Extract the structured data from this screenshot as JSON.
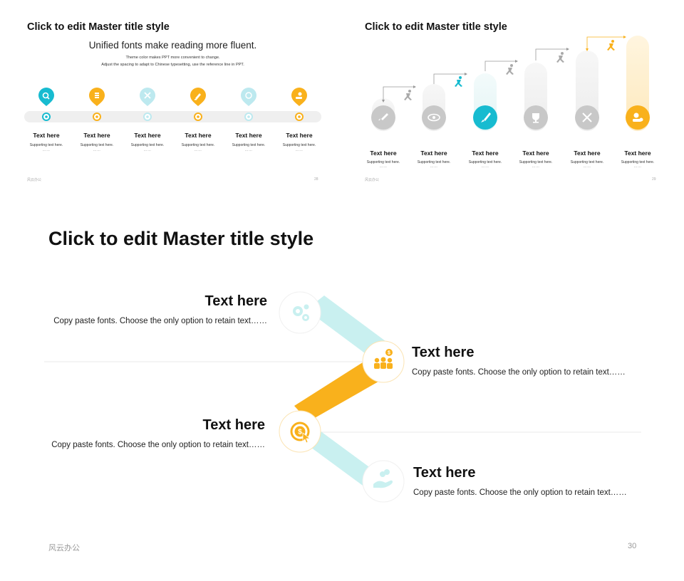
{
  "slide1": {
    "title": "Click to edit Master title style",
    "subtitle": "Unified fonts make reading more fluent.",
    "line1": "Theme color makes PPT more convenient to change.",
    "line2": "Adjust the spacing to adapt to Chinese typesetting, use the reference line in PPT.",
    "items": [
      {
        "label": "Text here",
        "supporting": "Supporting text here.",
        "dots": "……",
        "color": "#17BBD0",
        "icon": "search-icon"
      },
      {
        "label": "Text here",
        "supporting": "Supporting text here.",
        "dots": "……",
        "color": "#F9B11C",
        "icon": "list-icon"
      },
      {
        "label": "Text here",
        "supporting": "Supporting text here.",
        "dots": "……",
        "color": "#BDE9EF",
        "icon": "close-icon"
      },
      {
        "label": "Text here",
        "supporting": "Supporting text here.",
        "dots": "……",
        "color": "#F9B11C",
        "icon": "pencil-icon"
      },
      {
        "label": "Text here",
        "supporting": "Supporting text here.",
        "dots": "……",
        "color": "#BDE9EF",
        "icon": "coin-icon"
      },
      {
        "label": "Text here",
        "supporting": "Supporting text here.",
        "dots": "……",
        "color": "#F9B11C",
        "icon": "hand-coin-icon"
      }
    ],
    "footer_left": "风云办公",
    "page": "28"
  },
  "slide2": {
    "title": "Click to edit Master title style",
    "items": [
      {
        "label": "Text here",
        "supporting": "Supporting text here.",
        "dots": "……",
        "icon": "rocket-icon",
        "color": "#C8C8C8"
      },
      {
        "label": "Text here",
        "supporting": "Supporting text here.",
        "dots": "……",
        "icon": "eye-icon",
        "color": "#C8C8C8"
      },
      {
        "label": "Text here",
        "supporting": "Supporting text here.",
        "dots": "……",
        "icon": "brush-icon",
        "color": "#17BBD0"
      },
      {
        "label": "Text here",
        "supporting": "Supporting text here.",
        "dots": "……",
        "icon": "trophy-icon",
        "color": "#C8C8C8"
      },
      {
        "label": "Text here",
        "supporting": "Supporting text here.",
        "dots": "……",
        "icon": "tools-icon",
        "color": "#C8C8C8"
      },
      {
        "label": "Text here",
        "supporting": "Supporting text here.",
        "dots": "……",
        "icon": "coins-icon",
        "color": "#F9B11C"
      }
    ],
    "footer_left": "风云办公",
    "page": "29"
  },
  "slide3": {
    "title": "Click to edit Master title style",
    "items": [
      {
        "heading": "Text here",
        "body": "Copy paste fonts. Choose the only option to retain text……",
        "icon": "gears-icon"
      },
      {
        "heading": "Text here",
        "body": "Copy paste fonts. Choose the only option to retain text……",
        "icon": "team-money-icon"
      },
      {
        "heading": "Text here",
        "body": "Copy paste fonts. Choose the only option to retain text……",
        "icon": "dollar-click-icon"
      },
      {
        "heading": "Text here",
        "body": "Copy paste fonts. Choose the only option to retain text……",
        "icon": "hand-coins-icon"
      }
    ],
    "footer_left": "风云办公",
    "page": "30"
  },
  "colors": {
    "accent_yellow": "#F9B11C",
    "accent_cyan": "#17BBD0",
    "light_cyan": "#C9F0F0",
    "grey": "#C8C8C8"
  }
}
